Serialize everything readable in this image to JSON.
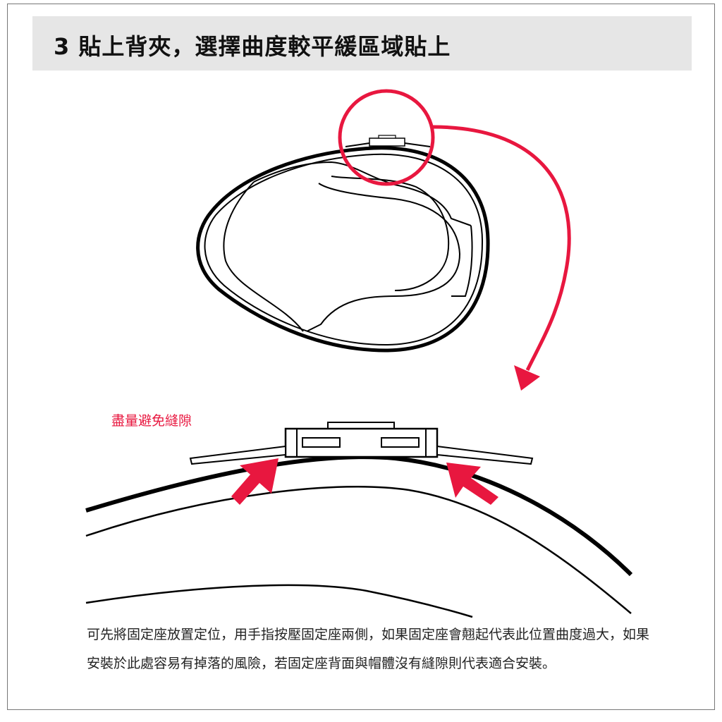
{
  "header": {
    "title": "3 貼上背夾，選擇曲度較平緩區域貼上"
  },
  "diagram": {
    "gap_label": "盡量避免縫隙"
  },
  "description": {
    "text": "可先將固定座放置定位，用手指按壓固定座兩側，如果固定座會翹起代表此位置曲度過大，如果安裝於此處容易有掉落的風險，若固定座背面與帽體沒有縫隙則代表適合安裝。"
  },
  "colors": {
    "accent": "#e8173f",
    "header_bg": "#e6e6e6"
  }
}
